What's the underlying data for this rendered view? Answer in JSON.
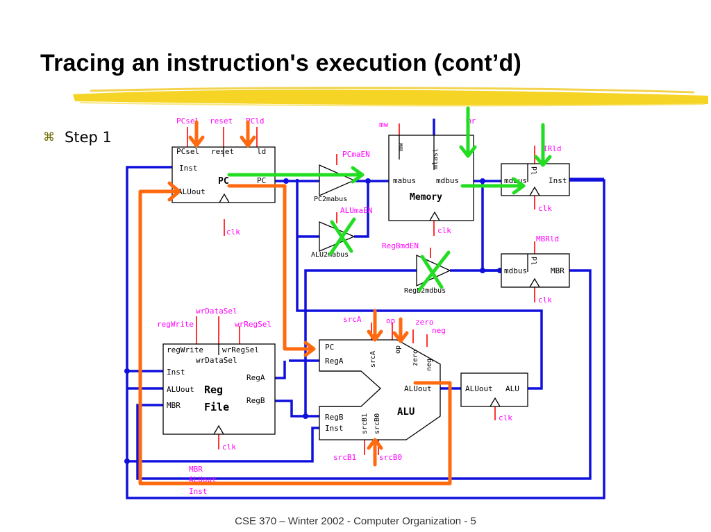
{
  "slide": {
    "title": "Tracing an instruction's execution (cont’d)",
    "bullet_icon": "⌘",
    "bullet_text": "Step 1",
    "footer": "CSE 370 – Winter 2002 - Computer Organization - 5"
  },
  "colors": {
    "bus": "#1010dd",
    "control": "#ff00ff",
    "ctrl_line": "#ff0000",
    "box": "#000000",
    "active_arrow": "#22dd22",
    "path_arrow": "#ff6a10",
    "highlight": "#f5d21a"
  },
  "diagram": {
    "pc": {
      "name": "PC",
      "ctrl_pcsel": "PCsel",
      "ctrl_reset": "reset",
      "ctrl_pcld": "PCld",
      "pin_pcsel": "PCsel",
      "pin_reset": "reset",
      "pin_ld": "ld",
      "in_inst": "Inst",
      "in_aluout": "ALUout",
      "out_pc": "PC",
      "clk": "clk"
    },
    "pc2mabus": {
      "ctrl": "PCmaEN",
      "label": "PC2mabus"
    },
    "alu2mabus": {
      "ctrl": "ALUmaEN",
      "label": "ALU2mabus"
    },
    "reg2mdbus": {
      "ctrl": "RegBmdEN",
      "label": "RegB2mdbus"
    },
    "memory": {
      "name": "Memory",
      "ctrl_mw": "mw",
      "ctrl_mr": "mr",
      "pin_mw": "mw",
      "pin_mlast": "mlast",
      "pin_mabus": "mabus",
      "pin_mdbus": "mdbus",
      "clk": "clk"
    },
    "ir": {
      "ctrl": "IRld",
      "pin_mdbus": "mdbus",
      "pin_ld": "ld",
      "out_inst": "Inst",
      "clk": "clk"
    },
    "mbr": {
      "ctrl": "MBRld",
      "pin_mdbus": "mdbus",
      "pin_ld": "ld",
      "out": "MBR",
      "clk": "clk"
    },
    "regfile": {
      "name_line1": "Reg",
      "name_line2": "File",
      "ctrl_wrdatasel": "wrDataSel",
      "ctrl_regwrite": "regWrite",
      "ctrl_wrregsel": "wrRegSel",
      "pin_regwrite": "regWrite",
      "pin_wrregsel": "wrRegSel",
      "pin_wrdatasel": "wrDataSel",
      "in_inst": "Inst",
      "in_aluout": "ALUout",
      "in_mbr": "MBR",
      "out_rega": "RegA",
      "out_regb": "RegB",
      "clk": "clk"
    },
    "alu": {
      "name": "ALU",
      "ctrl_srca": "srcA",
      "ctrl_op": "op",
      "ctrl_zero": "zero",
      "ctrl_neg": "neg",
      "pin_pc": "PC",
      "pin_rega": "RegA",
      "pin_srca": "srcA",
      "pin_op": "op",
      "pin_zero": "zero",
      "pin_neg": "neg",
      "pin_regb": "RegB",
      "pin_inst": "Inst",
      "pin_srcb1": "srcB1",
      "pin_srcb0": "srcB0",
      "out_aluout": "ALUout",
      "ctrl_srcb1": "srcB1",
      "ctrl_srcb0": "srcB0"
    },
    "aluout_reg": {
      "pin_in": "ALUout",
      "pin_out": "ALU",
      "clk": "clk"
    },
    "bottom_labels": [
      "MBR",
      "ALUout",
      "Inst"
    ]
  }
}
